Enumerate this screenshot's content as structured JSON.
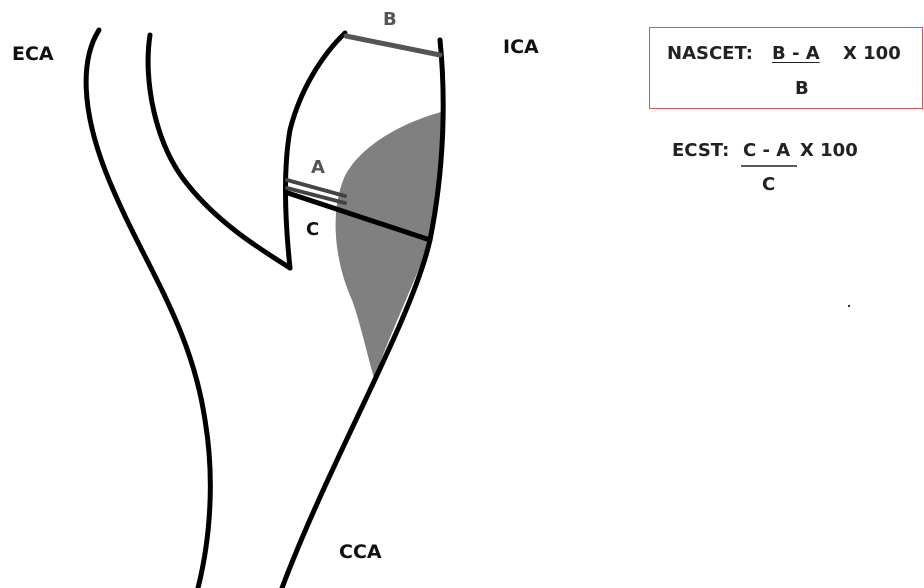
{
  "labels": {
    "eca": "ECA",
    "ica": "ICA",
    "cca": "CCA",
    "a": "A",
    "b": "B",
    "c": "C"
  },
  "nascet": {
    "name": "NASCET:",
    "numerator": "B - A",
    "factor": "X 100",
    "denominator": "B"
  },
  "ecst": {
    "name": "ECST:",
    "numerator": "C - A",
    "factor": "X 100",
    "denominator": "C"
  },
  "colors": {
    "vessel_wall": "#000000",
    "plaque": "#808080",
    "measure_line": "#555555",
    "box_border": "#d9555a"
  }
}
